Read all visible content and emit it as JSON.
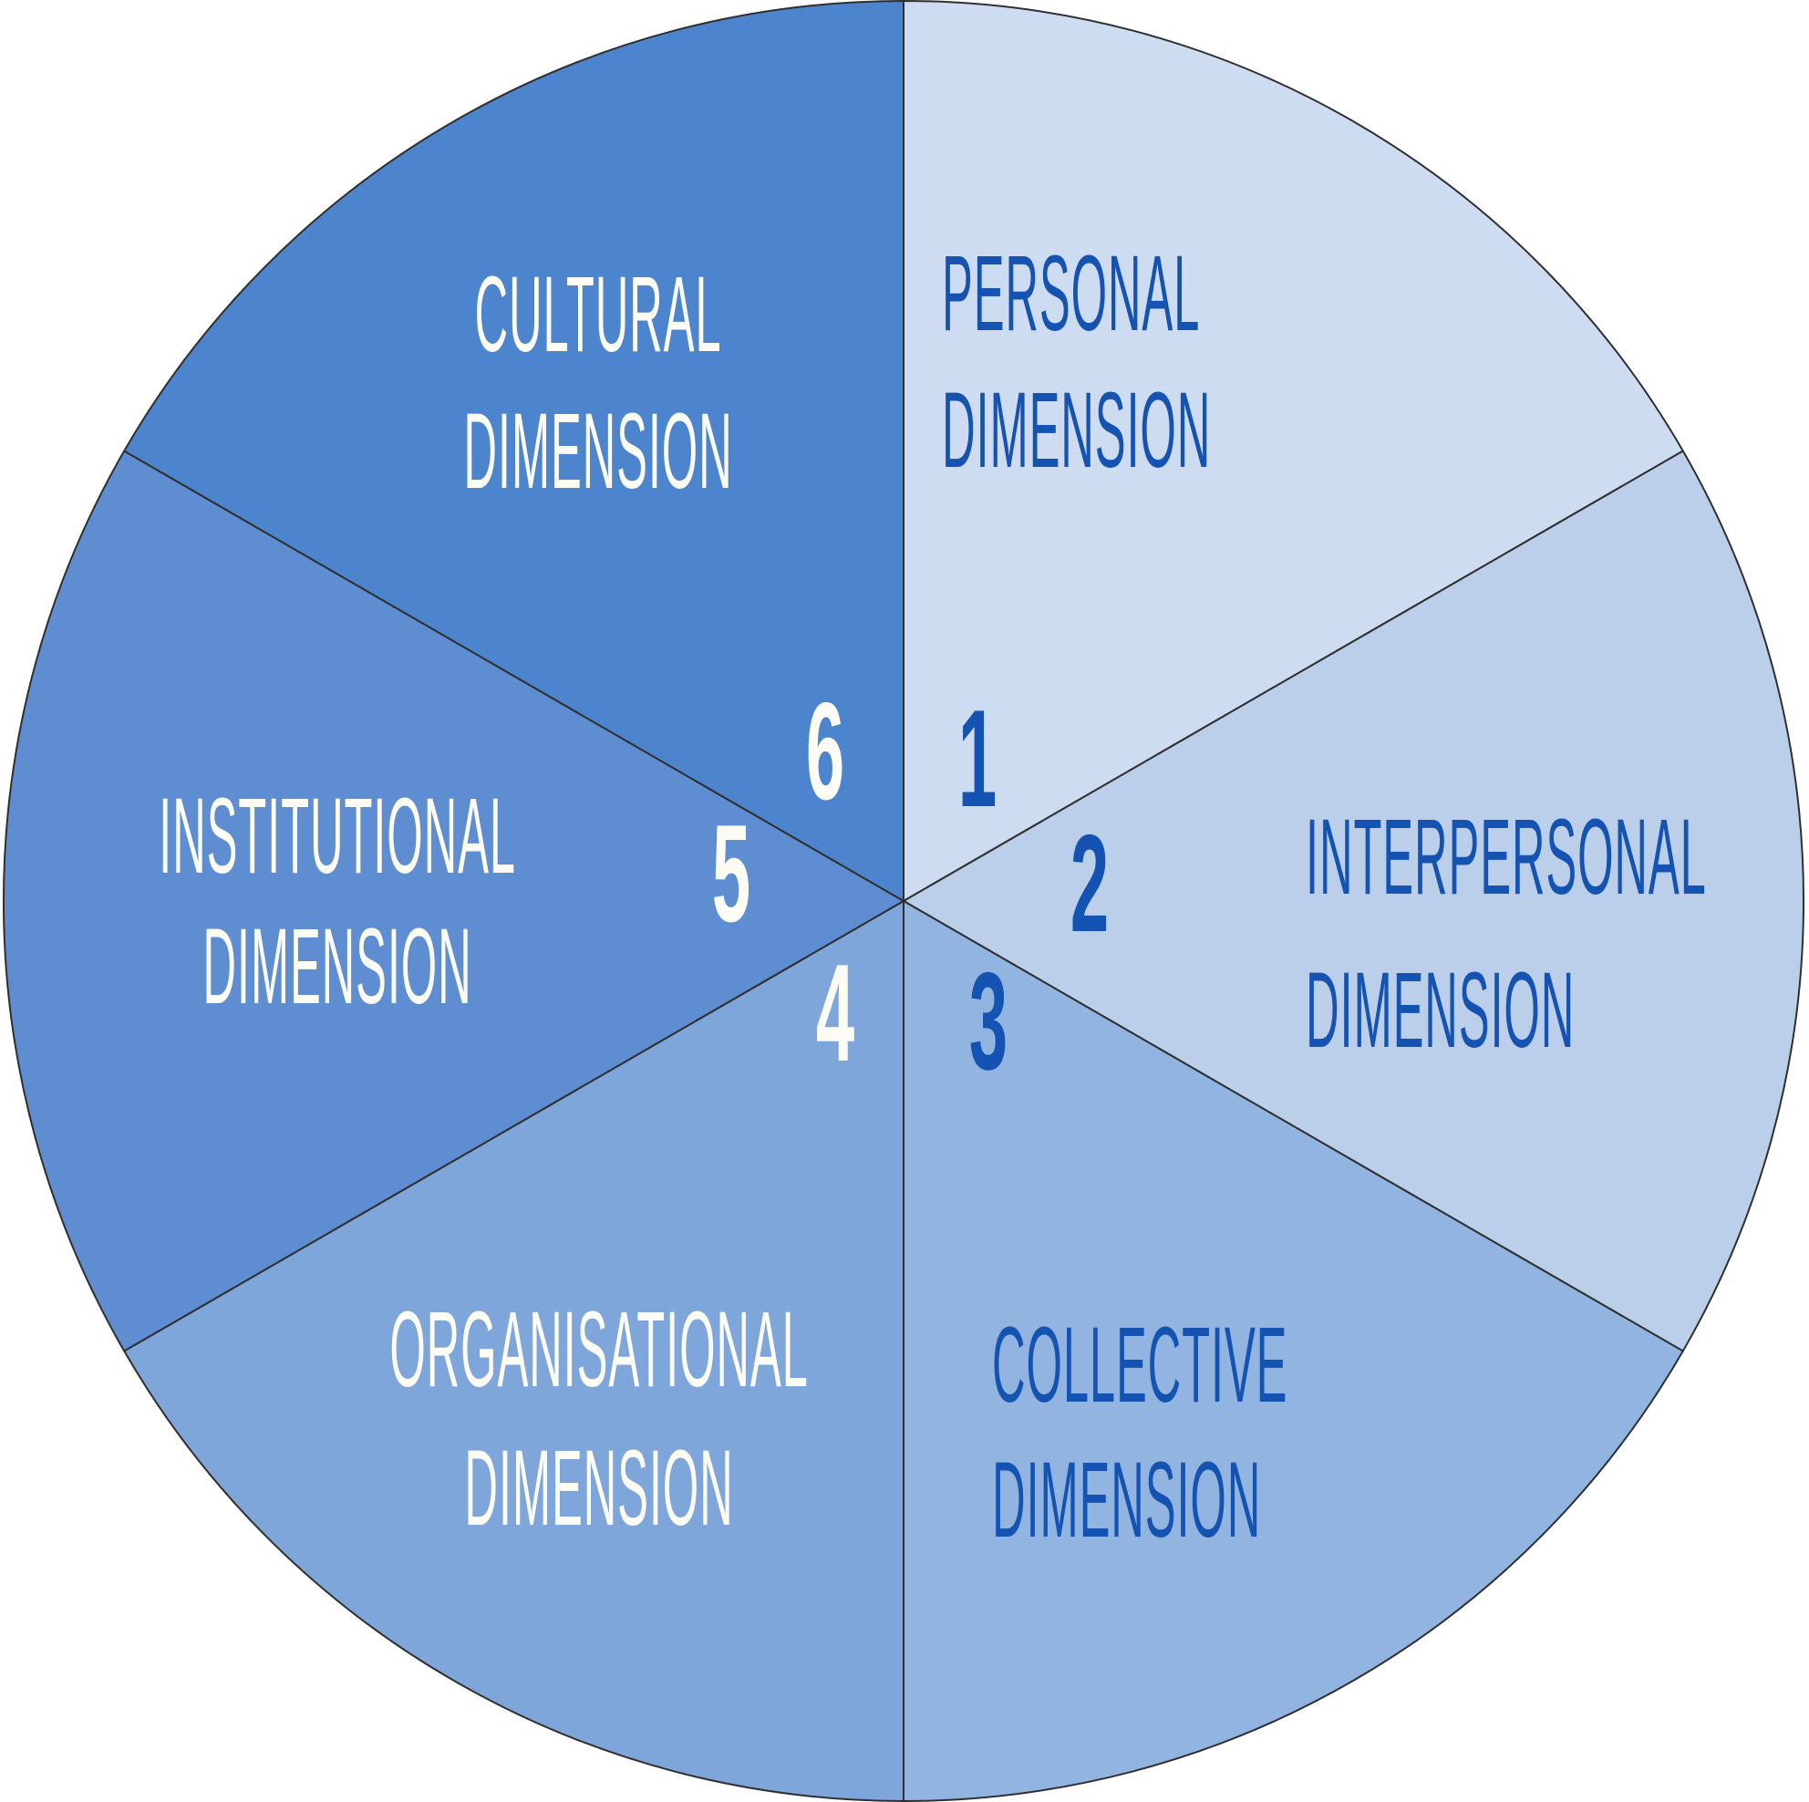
{
  "diagram": {
    "type": "pie-wheel",
    "segment_count": 6,
    "outline_color": "#2f2f2f",
    "background_color": "#ffffff",
    "dark_text_color": "#1553b2",
    "light_text_color": "#fcfcf4"
  },
  "segments": [
    {
      "number": "1",
      "label_line1": "PERSONAL",
      "label_line2": "DIMENSION",
      "label": "PERSONAL DIMENSION",
      "color": "#cedcf1",
      "text_color": "#1553b2"
    },
    {
      "number": "2",
      "label_line1": "INTERPERSONAL",
      "label_line2": "DIMENSION",
      "label": "INTERPERSONAL DIMENSION",
      "color": "#bccfea",
      "text_color": "#1553b2"
    },
    {
      "number": "3",
      "label_line1": "COLLECTIVE",
      "label_line2": "DIMENSION",
      "label": "COLLECTIVE DIMENSION",
      "color": "#92b4e0",
      "text_color": "#1553b2"
    },
    {
      "number": "4",
      "label_line1": "ORGANISATIONAL",
      "label_line2": "DIMENSION",
      "label": "ORGANISATIONAL DIMENSION",
      "color": "#7fa6db",
      "text_color": "#fcfcf4"
    },
    {
      "number": "5",
      "label_line1": "INSTITUTIONAL",
      "label_line2": "DIMENSION",
      "label": "INSTITUTIONAL DIMENSION",
      "color": "#5e8dd1",
      "text_color": "#fcfcf4"
    },
    {
      "number": "6",
      "label_line1": "CULTURAL",
      "label_line2": "DIMENSION",
      "label": "CULTURAL DIMENSION",
      "color": "#4c84cd",
      "text_color": "#fcfcf4"
    }
  ]
}
